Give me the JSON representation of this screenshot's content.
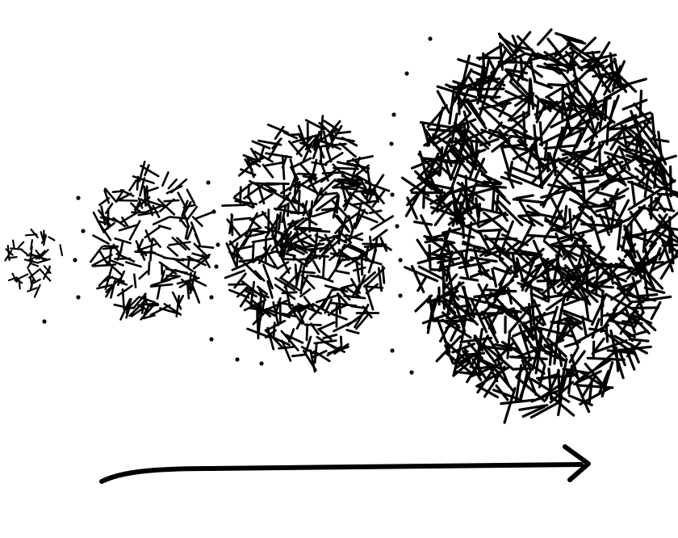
{
  "diagram": {
    "kind": "growth-sequence",
    "stages": [
      {
        "id": "stage-1",
        "relative_size": "smallest"
      },
      {
        "id": "stage-2",
        "relative_size": "small"
      },
      {
        "id": "stage-3",
        "relative_size": "medium"
      },
      {
        "id": "stage-4",
        "relative_size": "largest"
      }
    ],
    "arrow_direction": "left-to-right",
    "colors": {
      "ink": "#000000",
      "background": "#ffffff"
    }
  }
}
